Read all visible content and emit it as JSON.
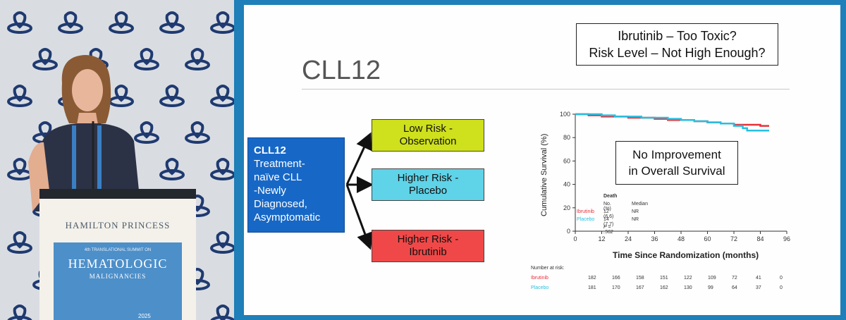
{
  "video": {
    "podium_brand": "HAMILTON PRINCESS",
    "banner_line1": "4th TRANSLATIONAL SUMMIT ON",
    "banner_line2": "HEMATOLOGIC",
    "banner_line3": "MALIGNANCIES",
    "banner_year": "2025"
  },
  "slide": {
    "title": "CLL12",
    "question_line1": "Ibrutinib – Too Toxic?",
    "question_line2": "Risk Level – Not High Enough?",
    "study_box": {
      "heading": "CLL12",
      "lines": [
        "Treatment-",
        "naïve CLL",
        "-Newly",
        "Diagnosed,",
        "Asymptomatic"
      ]
    },
    "arms": [
      {
        "line1": "Low Risk -",
        "line2": "Observation",
        "color": "#cfe01c"
      },
      {
        "line1": "Higher Risk -",
        "line2": "Placebo",
        "color": "#5fd3e8"
      },
      {
        "line1": "Higher Risk -",
        "line2": "Ibrutinib",
        "color": "#f04848"
      }
    ],
    "callout_line1": "No Improvement",
    "callout_line2": "in Overall Survival"
  },
  "chart_data": {
    "type": "line",
    "xlabel": "Time Since Randomization (months)",
    "ylabel": "Cumulative Survival (%)",
    "xlim": [
      0,
      96
    ],
    "ylim": [
      0,
      100
    ],
    "xticks": [
      0,
      12,
      24,
      36,
      48,
      60,
      72,
      84,
      96
    ],
    "yticks": [
      0,
      20,
      40,
      60,
      80,
      100
    ],
    "series": [
      {
        "name": "Ibrutinib",
        "color": "#e8313a",
        "x": [
          0,
          6,
          12,
          18,
          24,
          30,
          36,
          42,
          48,
          54,
          60,
          66,
          72,
          78,
          84,
          88
        ],
        "y": [
          100,
          99,
          98,
          98,
          97,
          97,
          96,
          95,
          95,
          94,
          93,
          92,
          91,
          91,
          90,
          90
        ]
      },
      {
        "name": "Placebo",
        "color": "#27bfe0",
        "x": [
          0,
          6,
          12,
          18,
          24,
          30,
          36,
          42,
          48,
          54,
          60,
          66,
          72,
          76,
          78,
          84,
          88
        ],
        "y": [
          100,
          100,
          99,
          98,
          98,
          97,
          97,
          96,
          95,
          94,
          93,
          92,
          90,
          88,
          86,
          86,
          86
        ]
      }
    ],
    "legend": {
      "title": "Death",
      "col1": "No. (%)",
      "col2": "Median",
      "rows": [
        {
          "name": "Ibrutinib",
          "deaths": "12 (6.6)",
          "median": "NR",
          "color": "#e8313a"
        },
        {
          "name": "Placebo",
          "deaths": "14 (7.7)",
          "median": "NR",
          "color": "#27bfe0"
        }
      ],
      "pvalue": "P = .562"
    },
    "at_risk": {
      "label": "Number at risk:",
      "rows": [
        {
          "name": "Ibrutinib",
          "color": "#e8313a",
          "values": [
            "182",
            "166",
            "158",
            "151",
            "122",
            "109",
            "72",
            "41",
            "0"
          ]
        },
        {
          "name": "Placebo",
          "color": "#27bfe0",
          "values": [
            "181",
            "170",
            "167",
            "162",
            "130",
            "99",
            "64",
            "37",
            "0"
          ]
        }
      ]
    }
  }
}
